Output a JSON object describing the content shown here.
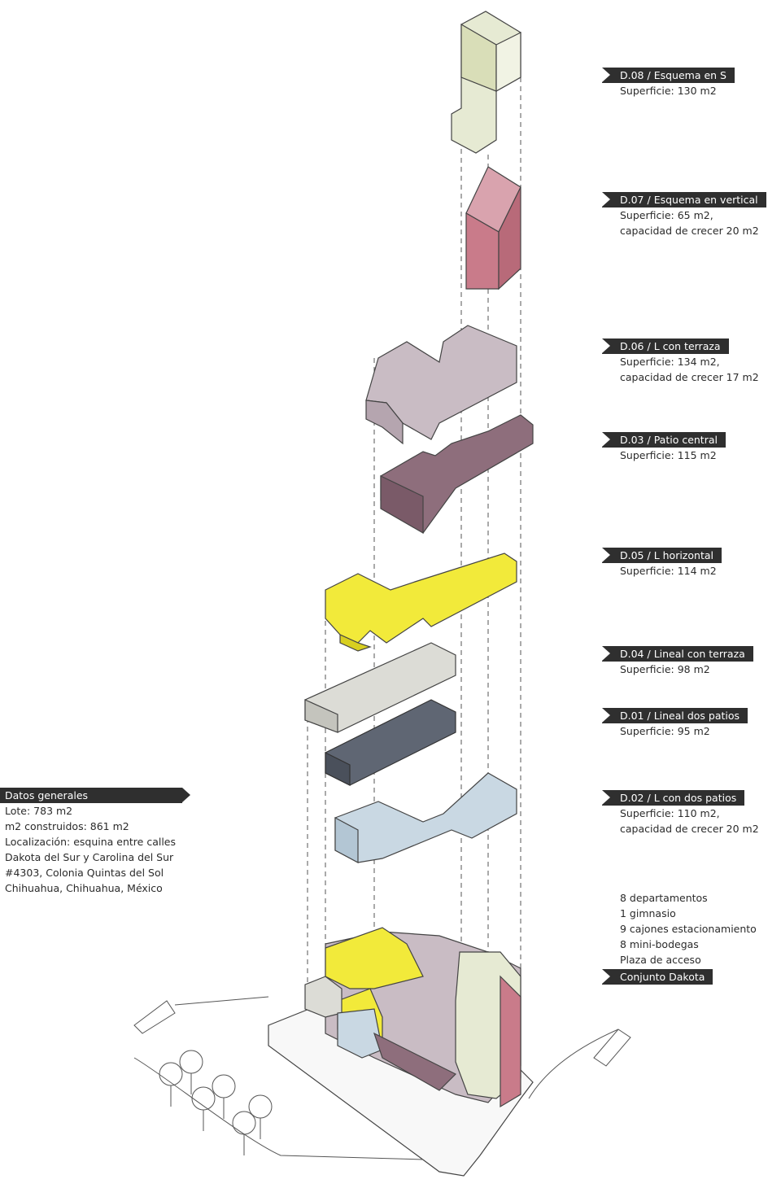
{
  "units": [
    {
      "code": "D.08",
      "name": "Esquema en S",
      "lines": [
        "Superficie: 130 m2"
      ]
    },
    {
      "code": "D.07",
      "name": "Esquema en vertical",
      "lines": [
        "Superficie: 65 m2,",
        "capacidad de crecer 20 m2"
      ]
    },
    {
      "code": "D.06",
      "name": "L con terraza",
      "lines": [
        "Superficie: 134 m2,",
        "capacidad de crecer 17 m2"
      ]
    },
    {
      "code": "D.03",
      "name": "Patio central",
      "lines": [
        "Superficie: 115 m2"
      ]
    },
    {
      "code": "D.05",
      "name": "L horizontal",
      "lines": [
        "Superficie: 114 m2"
      ]
    },
    {
      "code": "D.04",
      "name": "Lineal con terraza",
      "lines": [
        "Superficie: 98 m2"
      ]
    },
    {
      "code": "D.01",
      "name": "Lineal dos patios",
      "lines": [
        "Superficie: 95 m2"
      ]
    },
    {
      "code": "D.02",
      "name": "L con dos patios",
      "lines": [
        "Superficie: 110 m2,",
        "capacidad de crecer 20 m2"
      ]
    }
  ],
  "general": {
    "title": "Datos generales",
    "lines": [
      "Lote: 783 m2",
      "m2 construidos: 861 m2",
      "Localización: esquina entre calles",
      "Dakota del Sur y Carolina del Sur",
      "#4303, Colonia Quintas del Sol",
      "Chihuahua, Chihuahua, México"
    ]
  },
  "summary": {
    "items": [
      "8 departamentos",
      "1 gimnasio",
      "9 cajones estacionamiento",
      "8 mini-bodegas",
      "Plaza de acceso"
    ],
    "title": "Conjunto Dakota"
  },
  "colors": {
    "D08": "#e6ead3",
    "D07": "#c97b8a",
    "D06": "#c9bcc4",
    "D03": "#8e6e7c",
    "D05": "#f2ea3a",
    "D04": "#dcdcd6",
    "D01": "#5f6673",
    "D02": "#c9d8e3",
    "label_bg": "#2f2f2f"
  }
}
